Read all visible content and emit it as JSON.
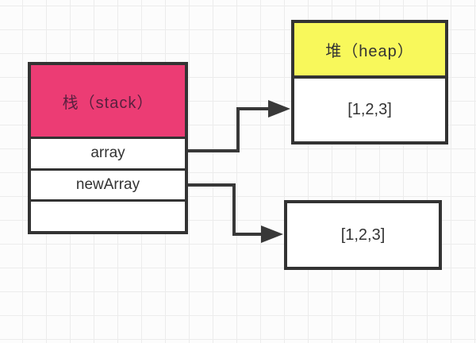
{
  "diagram": {
    "stack": {
      "title": "栈（stack）",
      "rows": [
        "array",
        "newArray",
        ""
      ]
    },
    "heap": {
      "title": "堆（heap）",
      "value": "[1,2,3]"
    },
    "detached_box": {
      "value": "[1,2,3]"
    },
    "edges": [
      {
        "from": "array",
        "to": "heap-value"
      },
      {
        "from": "newArray",
        "to": "detached-value-box"
      }
    ],
    "colors": {
      "stack_header": "#ec3c74",
      "stack_header_text": "#59203f",
      "heap_header": "#f8f85b",
      "border": "#333333",
      "arrow": "#383838",
      "text": "#333333",
      "grid_line": "#ececec",
      "background": "#fcfcfc"
    }
  }
}
